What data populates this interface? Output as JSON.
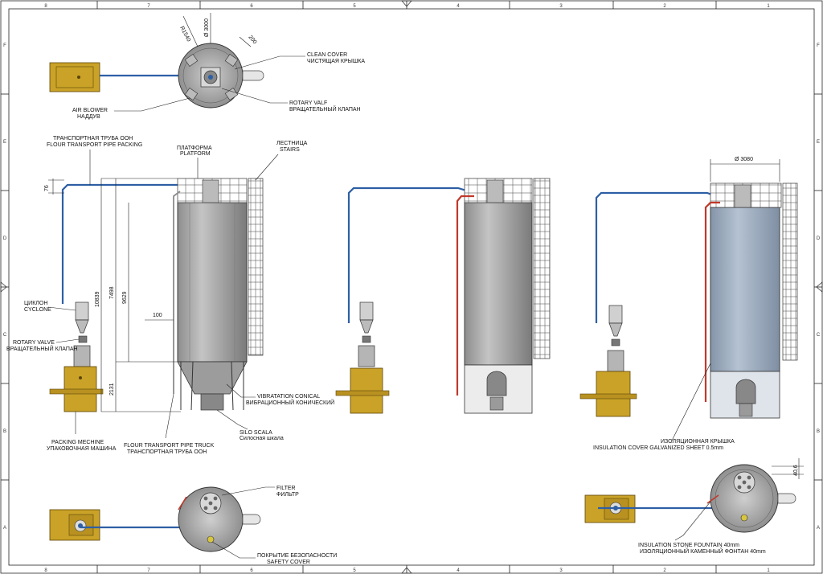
{
  "colors": {
    "wood": "#c9a227",
    "wood_dark": "#8a6a12",
    "steel": "#a9a9a9",
    "steel_dark": "#6e6e6e",
    "insulated": "#9fb0c3",
    "pipe_blue": "#2e5fa5",
    "pipe_red": "#c0392b",
    "grid": "#555555"
  },
  "border": {
    "columns": [
      "8",
      "7",
      "6",
      "5",
      "4",
      "3",
      "2",
      "1"
    ],
    "rows": [
      "F",
      "E",
      "D",
      "C",
      "B",
      "A"
    ]
  },
  "labels": {
    "air_blower": [
      "AIR BLOWER",
      "НАДДУВ"
    ],
    "clean_cover": [
      "CLEAN COVER",
      "ЧИСТЯЩАЯ КРЫШКА"
    ],
    "rotary_valf": [
      "ROTARY VALF",
      "ВРАЩАТЕЛЬНЫЙ КЛАПАН"
    ],
    "flour_pipe_packing": [
      "ТРАНСПОРТНАЯ ТРУБА ООН",
      "FLOUR TRANSPORT PIPE PACKING"
    ],
    "platform": [
      "ПЛАТФОРМА",
      "PLATFORM"
    ],
    "stairs": [
      "ЛЕСТНИЦА",
      "STAIRS"
    ],
    "cyclone": [
      "ЦИКЛОН",
      "CYCLONE"
    ],
    "rotary_valve": [
      "ROTARY VALVE",
      "ВРАЩАТЕЛЬНЫЙ КЛАПАН"
    ],
    "packing_machine": [
      "PACKING MECHINE",
      "УПАКОВОЧНАЯ МАШИНА"
    ],
    "flour_pipe_truck": [
      "FLOUR TRANSPORT PIPE TRUCK",
      "ТРАНСПОРТНАЯ ТРУБА ООН"
    ],
    "silo_scala": [
      "SILO SCALA",
      "Силосная шкала"
    ],
    "vibration_conical": [
      "VIBRATATION CONICAL",
      "ВИБРАЦИОННЫЙ КОНИЧЕСКИЙ"
    ],
    "filter": [
      "FILTER",
      "ФИЛЬТР"
    ],
    "safety_cover": [
      "ПОКРЫТИЕ БЕЗОПАСНОСТИ",
      "SAFETY COVER"
    ],
    "insulation_cover": [
      "ИЗОЛЯЦИОННАЯ КРЫШКА",
      "INSULATION COVER GALVANIZED SHEET 0.5mm"
    ],
    "insulation_stone": [
      "INSULATION STONE FOUNTAIN 40mm",
      "ИЗОЛЯЦИОННЫЙ КАМЕННЫЙ ФОНТАН 40mm"
    ]
  },
  "dimensions": {
    "r1540": "R1540",
    "d3000": "Ø 3000",
    "d200": "200",
    "h76": "76",
    "h10839": "10839",
    "h7498": "7498",
    "h9629": "9629",
    "h100": "100",
    "h2131": "2131",
    "d3080": "Ø 3080",
    "t40_6": "40,6"
  }
}
